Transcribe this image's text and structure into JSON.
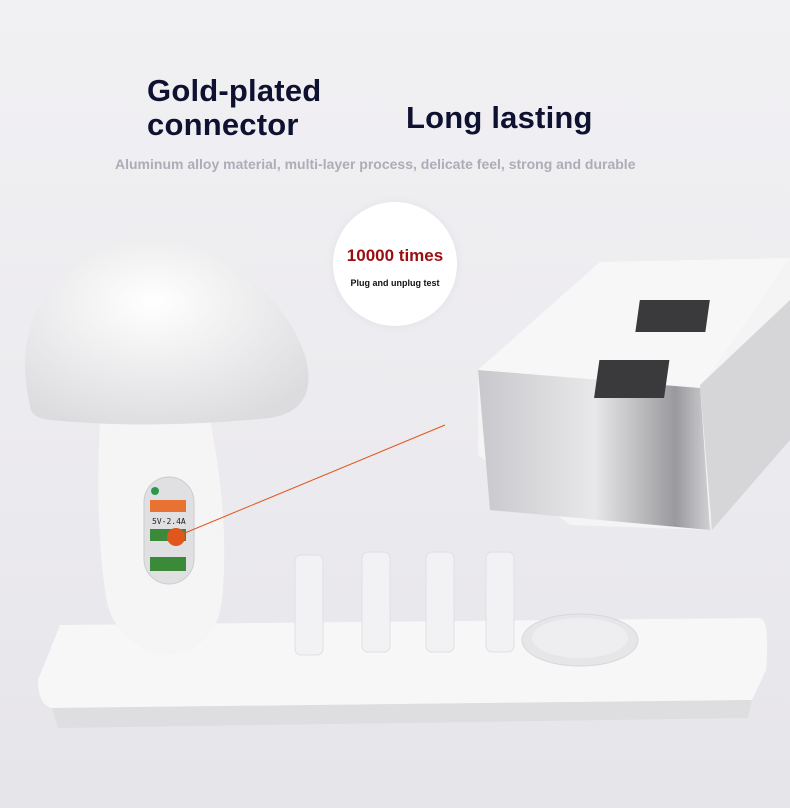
{
  "headline_left": "Gold-plated connector",
  "headline_right": "Long lasting",
  "subtitle": "Aluminum alloy material, multi-layer process, delicate feel, strong and durable",
  "badge": {
    "count": "10000 times",
    "note": "Plug and unplug test"
  },
  "product": {
    "port_label": "5V-2.4A"
  },
  "colors": {
    "headline": "#0f1130",
    "accent": "#9b0e10",
    "subtitle": "#adadb8",
    "callout": "#e0561c"
  }
}
